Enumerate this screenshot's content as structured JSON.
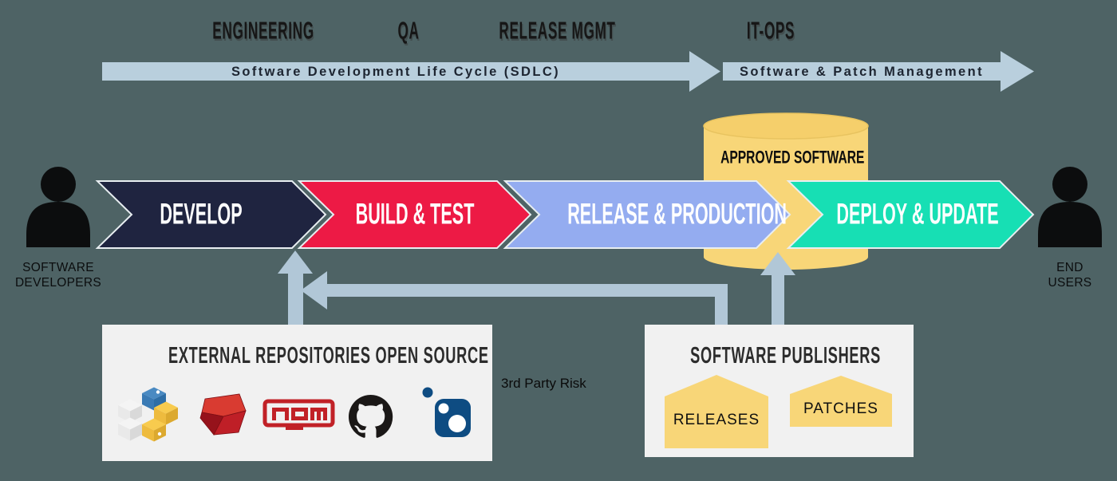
{
  "colors": {
    "background": "#4e6365",
    "band": "#b9cfdd",
    "connector": "#b1c7d7",
    "navy": "#1f2440",
    "red": "#ed1a45",
    "periwinkle": "#94acf0",
    "teal": "#17dfb4",
    "yellow": "#f8d678",
    "yellow_dark": "#f5cf6b",
    "box_bg": "#f1f1f1",
    "person": "#0c0d0e"
  },
  "lanes": [
    {
      "label": "ENGINEERING"
    },
    {
      "label": "QA"
    },
    {
      "label": "RELEASE MGMT"
    },
    {
      "label": "IT-OPS"
    }
  ],
  "bands": {
    "sdlc": "Software Development Life Cycle (SDLC)",
    "patch": "Software & Patch Management"
  },
  "chevrons": [
    {
      "label": "DEVELOP"
    },
    {
      "label": "BUILD & TEST"
    },
    {
      "label": "RELEASE & PRODUCTION"
    },
    {
      "label": "DEPLOY & UPDATE"
    }
  ],
  "cylinder": {
    "label": "APPROVED SOFTWARE"
  },
  "actors": {
    "developers": {
      "line1": "SOFTWARE",
      "line2": "DEVELOPERS"
    },
    "end_users": {
      "line1": "END",
      "line2": "USERS"
    }
  },
  "repositories_box": {
    "title": "EXTERNAL REPOSITORIES OPEN SOURCE",
    "icons": [
      "pypi-icon",
      "rubygems-icon",
      "npm-icon",
      "github-icon",
      "nuget-icon"
    ],
    "npm_text": "npm"
  },
  "risk_label": "3rd Party Risk",
  "publishers_box": {
    "title": "SOFTWARE PUBLISHERS",
    "houses": [
      {
        "label": "RELEASES"
      },
      {
        "label": "PATCHES"
      }
    ]
  }
}
